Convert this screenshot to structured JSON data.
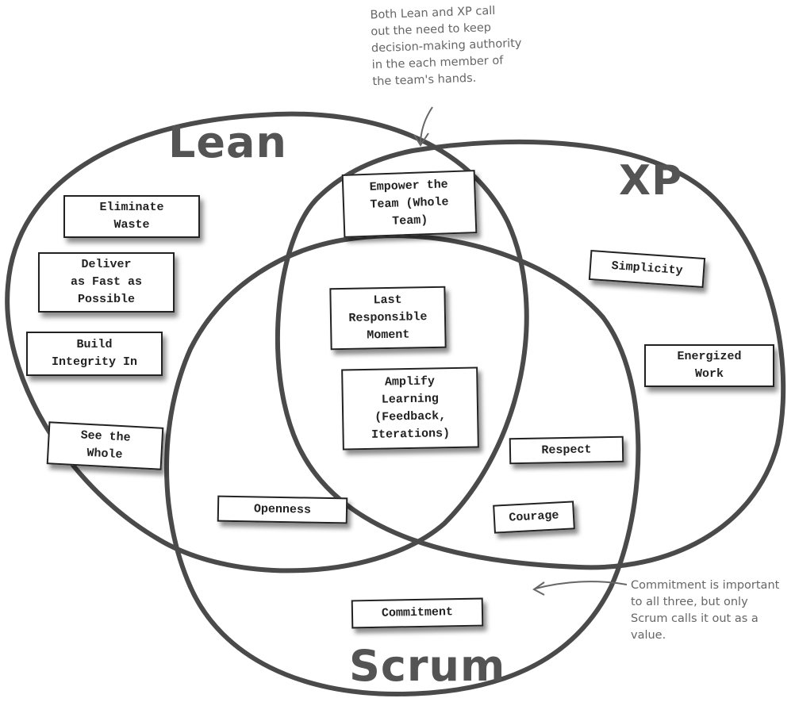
{
  "diagram": {
    "type": "venn",
    "sets": {
      "lean": {
        "label": "Lean"
      },
      "xp": {
        "label": "XP"
      },
      "scrum": {
        "label": "Scrum"
      }
    },
    "items": [
      {
        "id": "eliminate-waste",
        "text": "Eliminate\nWaste",
        "sets": [
          "Lean"
        ]
      },
      {
        "id": "deliver-fast",
        "text": "Deliver\nas Fast as\nPossible",
        "sets": [
          "Lean"
        ]
      },
      {
        "id": "build-integrity",
        "text": "Build\nIntegrity In",
        "sets": [
          "Lean"
        ]
      },
      {
        "id": "see-whole",
        "text": "See the\nWhole",
        "sets": [
          "Lean"
        ]
      },
      {
        "id": "empower-team",
        "text": "Empower the\nTeam (Whole\nTeam)",
        "sets": [
          "Lean",
          "XP"
        ]
      },
      {
        "id": "last-responsible",
        "text": "Last\nResponsible\nMoment",
        "sets": [
          "Lean",
          "XP",
          "Scrum"
        ]
      },
      {
        "id": "amplify-learning",
        "text": "Amplify\nLearning\n(Feedback,\nIterations)",
        "sets": [
          "Lean",
          "XP",
          "Scrum"
        ]
      },
      {
        "id": "simplicity",
        "text": "Simplicity",
        "sets": [
          "XP"
        ]
      },
      {
        "id": "energized-work",
        "text": "Energized\nWork",
        "sets": [
          "XP"
        ]
      },
      {
        "id": "respect",
        "text": "Respect",
        "sets": [
          "XP",
          "Scrum"
        ]
      },
      {
        "id": "courage",
        "text": "Courage",
        "sets": [
          "XP",
          "Scrum"
        ]
      },
      {
        "id": "openness",
        "text": "Openness",
        "sets": [
          "Lean",
          "Scrum"
        ]
      },
      {
        "id": "commitment",
        "text": "Commitment",
        "sets": [
          "Scrum"
        ]
      }
    ],
    "annotations": {
      "top": "Both Lean and XP call\nout the need to keep\ndecision-making authority\nin the each member of\nthe team's hands.",
      "bottom": "Commitment is important\nto all three, but only\nScrum calls it out as a\nvalue."
    },
    "colors": {
      "stroke": "#4a4a4a",
      "title": "#545454",
      "annotation": "#666666"
    }
  }
}
